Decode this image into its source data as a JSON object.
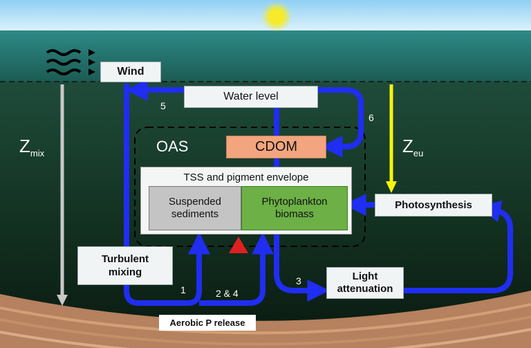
{
  "boxes": {
    "wind": "Wind",
    "water_level": "Water level",
    "cdom": "CDOM",
    "envelope_title": "TSS and pigment envelope",
    "suspended_sediments": "Suspended sediments",
    "phytoplankton_biomass": "Phytoplankton biomass",
    "photosynthesis": "Photosynthesis",
    "turbulent_mixing": "Turbulent mixing",
    "light_attenuation": "Light attenuation",
    "aerobic_p_release": "Aerobic P release",
    "oas": "OAS"
  },
  "depth_labels": {
    "zmix_main": "Z",
    "zmix_sub": "mix",
    "zeu_main": "Z",
    "zeu_sub": "eu"
  },
  "arrow_labels": {
    "a1": "1",
    "a24": "2 & 4",
    "a3": "3",
    "a5": "5",
    "a6": "6"
  },
  "colors": {
    "flow_arrow": "#1f2ef0",
    "sun": "#f6ea2a",
    "euphotic_arrow": "#f4f40c",
    "mixing_arrow": "#c8c8c8",
    "cdom_fill": "#f2a57e",
    "sediment_fill": "#c4c4c4",
    "phytoplankton_fill": "#6cb046",
    "red_marker": "#e02020"
  }
}
